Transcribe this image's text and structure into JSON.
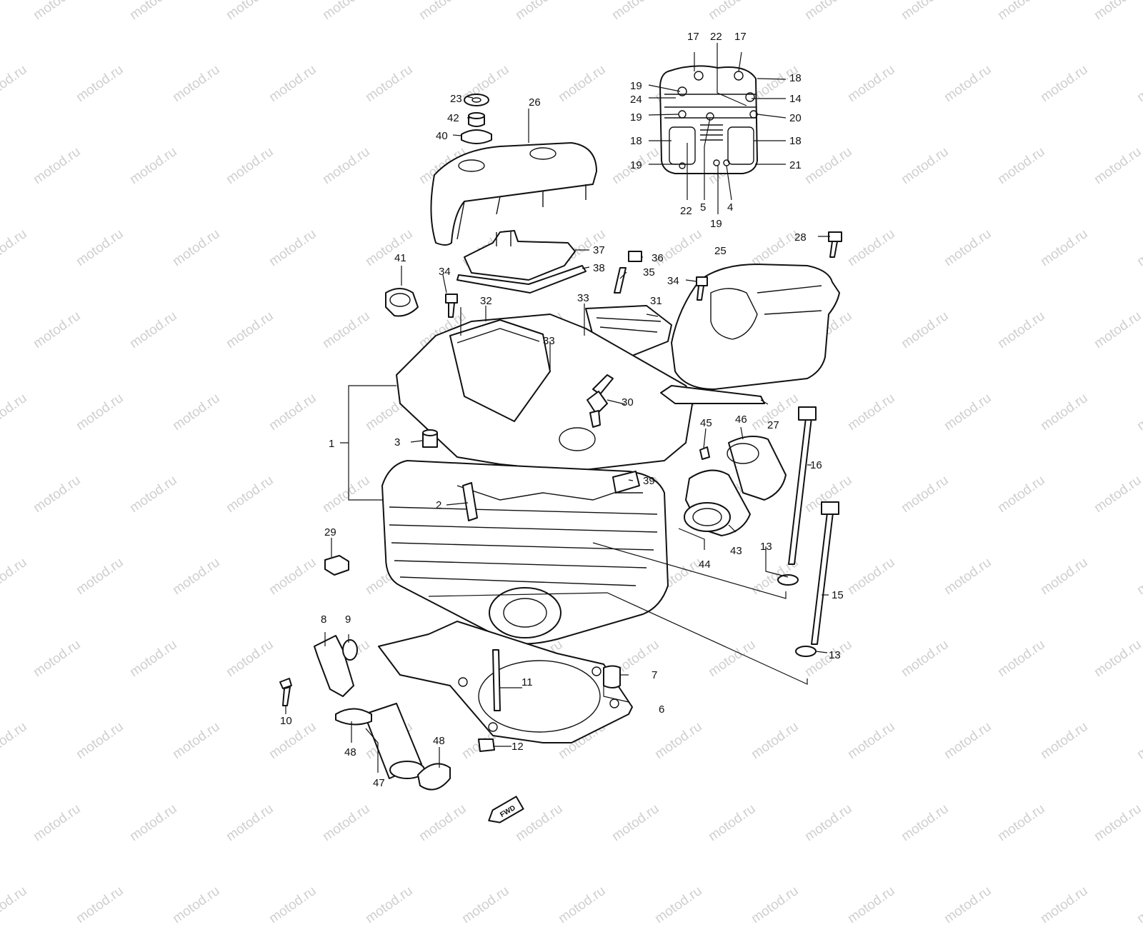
{
  "watermark": "motod.ru",
  "fwd_label": "FWD",
  "callouts": [
    {
      "id": "c1",
      "label": "1"
    },
    {
      "id": "c2",
      "label": "2"
    },
    {
      "id": "c3",
      "label": "3"
    },
    {
      "id": "c4",
      "label": "4"
    },
    {
      "id": "c5",
      "label": "5"
    },
    {
      "id": "c6",
      "label": "6"
    },
    {
      "id": "c7",
      "label": "7"
    },
    {
      "id": "c8",
      "label": "8"
    },
    {
      "id": "c9",
      "label": "9"
    },
    {
      "id": "c10",
      "label": "10"
    },
    {
      "id": "c11",
      "label": "11"
    },
    {
      "id": "c12",
      "label": "12"
    },
    {
      "id": "c13a",
      "label": "13"
    },
    {
      "id": "c13b",
      "label": "13"
    },
    {
      "id": "c14",
      "label": "14"
    },
    {
      "id": "c15",
      "label": "15"
    },
    {
      "id": "c16",
      "label": "16"
    },
    {
      "id": "c17a",
      "label": "17"
    },
    {
      "id": "c17b",
      "label": "17"
    },
    {
      "id": "c18a",
      "label": "18"
    },
    {
      "id": "c18b",
      "label": "18"
    },
    {
      "id": "c18c",
      "label": "18"
    },
    {
      "id": "c19a",
      "label": "19"
    },
    {
      "id": "c19b",
      "label": "19"
    },
    {
      "id": "c19c",
      "label": "19"
    },
    {
      "id": "c19d",
      "label": "19"
    },
    {
      "id": "c20",
      "label": "20"
    },
    {
      "id": "c21",
      "label": "21"
    },
    {
      "id": "c22a",
      "label": "22"
    },
    {
      "id": "c22b",
      "label": "22"
    },
    {
      "id": "c23",
      "label": "23"
    },
    {
      "id": "c24",
      "label": "24"
    },
    {
      "id": "c25",
      "label": "25"
    },
    {
      "id": "c26",
      "label": "26"
    },
    {
      "id": "c27",
      "label": "27"
    },
    {
      "id": "c28",
      "label": "28"
    },
    {
      "id": "c29",
      "label": "29"
    },
    {
      "id": "c30",
      "label": "30"
    },
    {
      "id": "c31",
      "label": "31"
    },
    {
      "id": "c32",
      "label": "32"
    },
    {
      "id": "c33a",
      "label": "33"
    },
    {
      "id": "c33b",
      "label": "33"
    },
    {
      "id": "c34a",
      "label": "34"
    },
    {
      "id": "c34b",
      "label": "34"
    },
    {
      "id": "c35",
      "label": "35"
    },
    {
      "id": "c36",
      "label": "36"
    },
    {
      "id": "c37",
      "label": "37"
    },
    {
      "id": "c38",
      "label": "38"
    },
    {
      "id": "c39",
      "label": "39"
    },
    {
      "id": "c40",
      "label": "40"
    },
    {
      "id": "c41",
      "label": "41"
    },
    {
      "id": "c42",
      "label": "42"
    },
    {
      "id": "c43",
      "label": "43"
    },
    {
      "id": "c44",
      "label": "44"
    },
    {
      "id": "c45",
      "label": "45"
    },
    {
      "id": "c46",
      "label": "46"
    },
    {
      "id": "c47",
      "label": "47"
    },
    {
      "id": "c48a",
      "label": "48"
    },
    {
      "id": "c48b",
      "label": "48"
    }
  ]
}
